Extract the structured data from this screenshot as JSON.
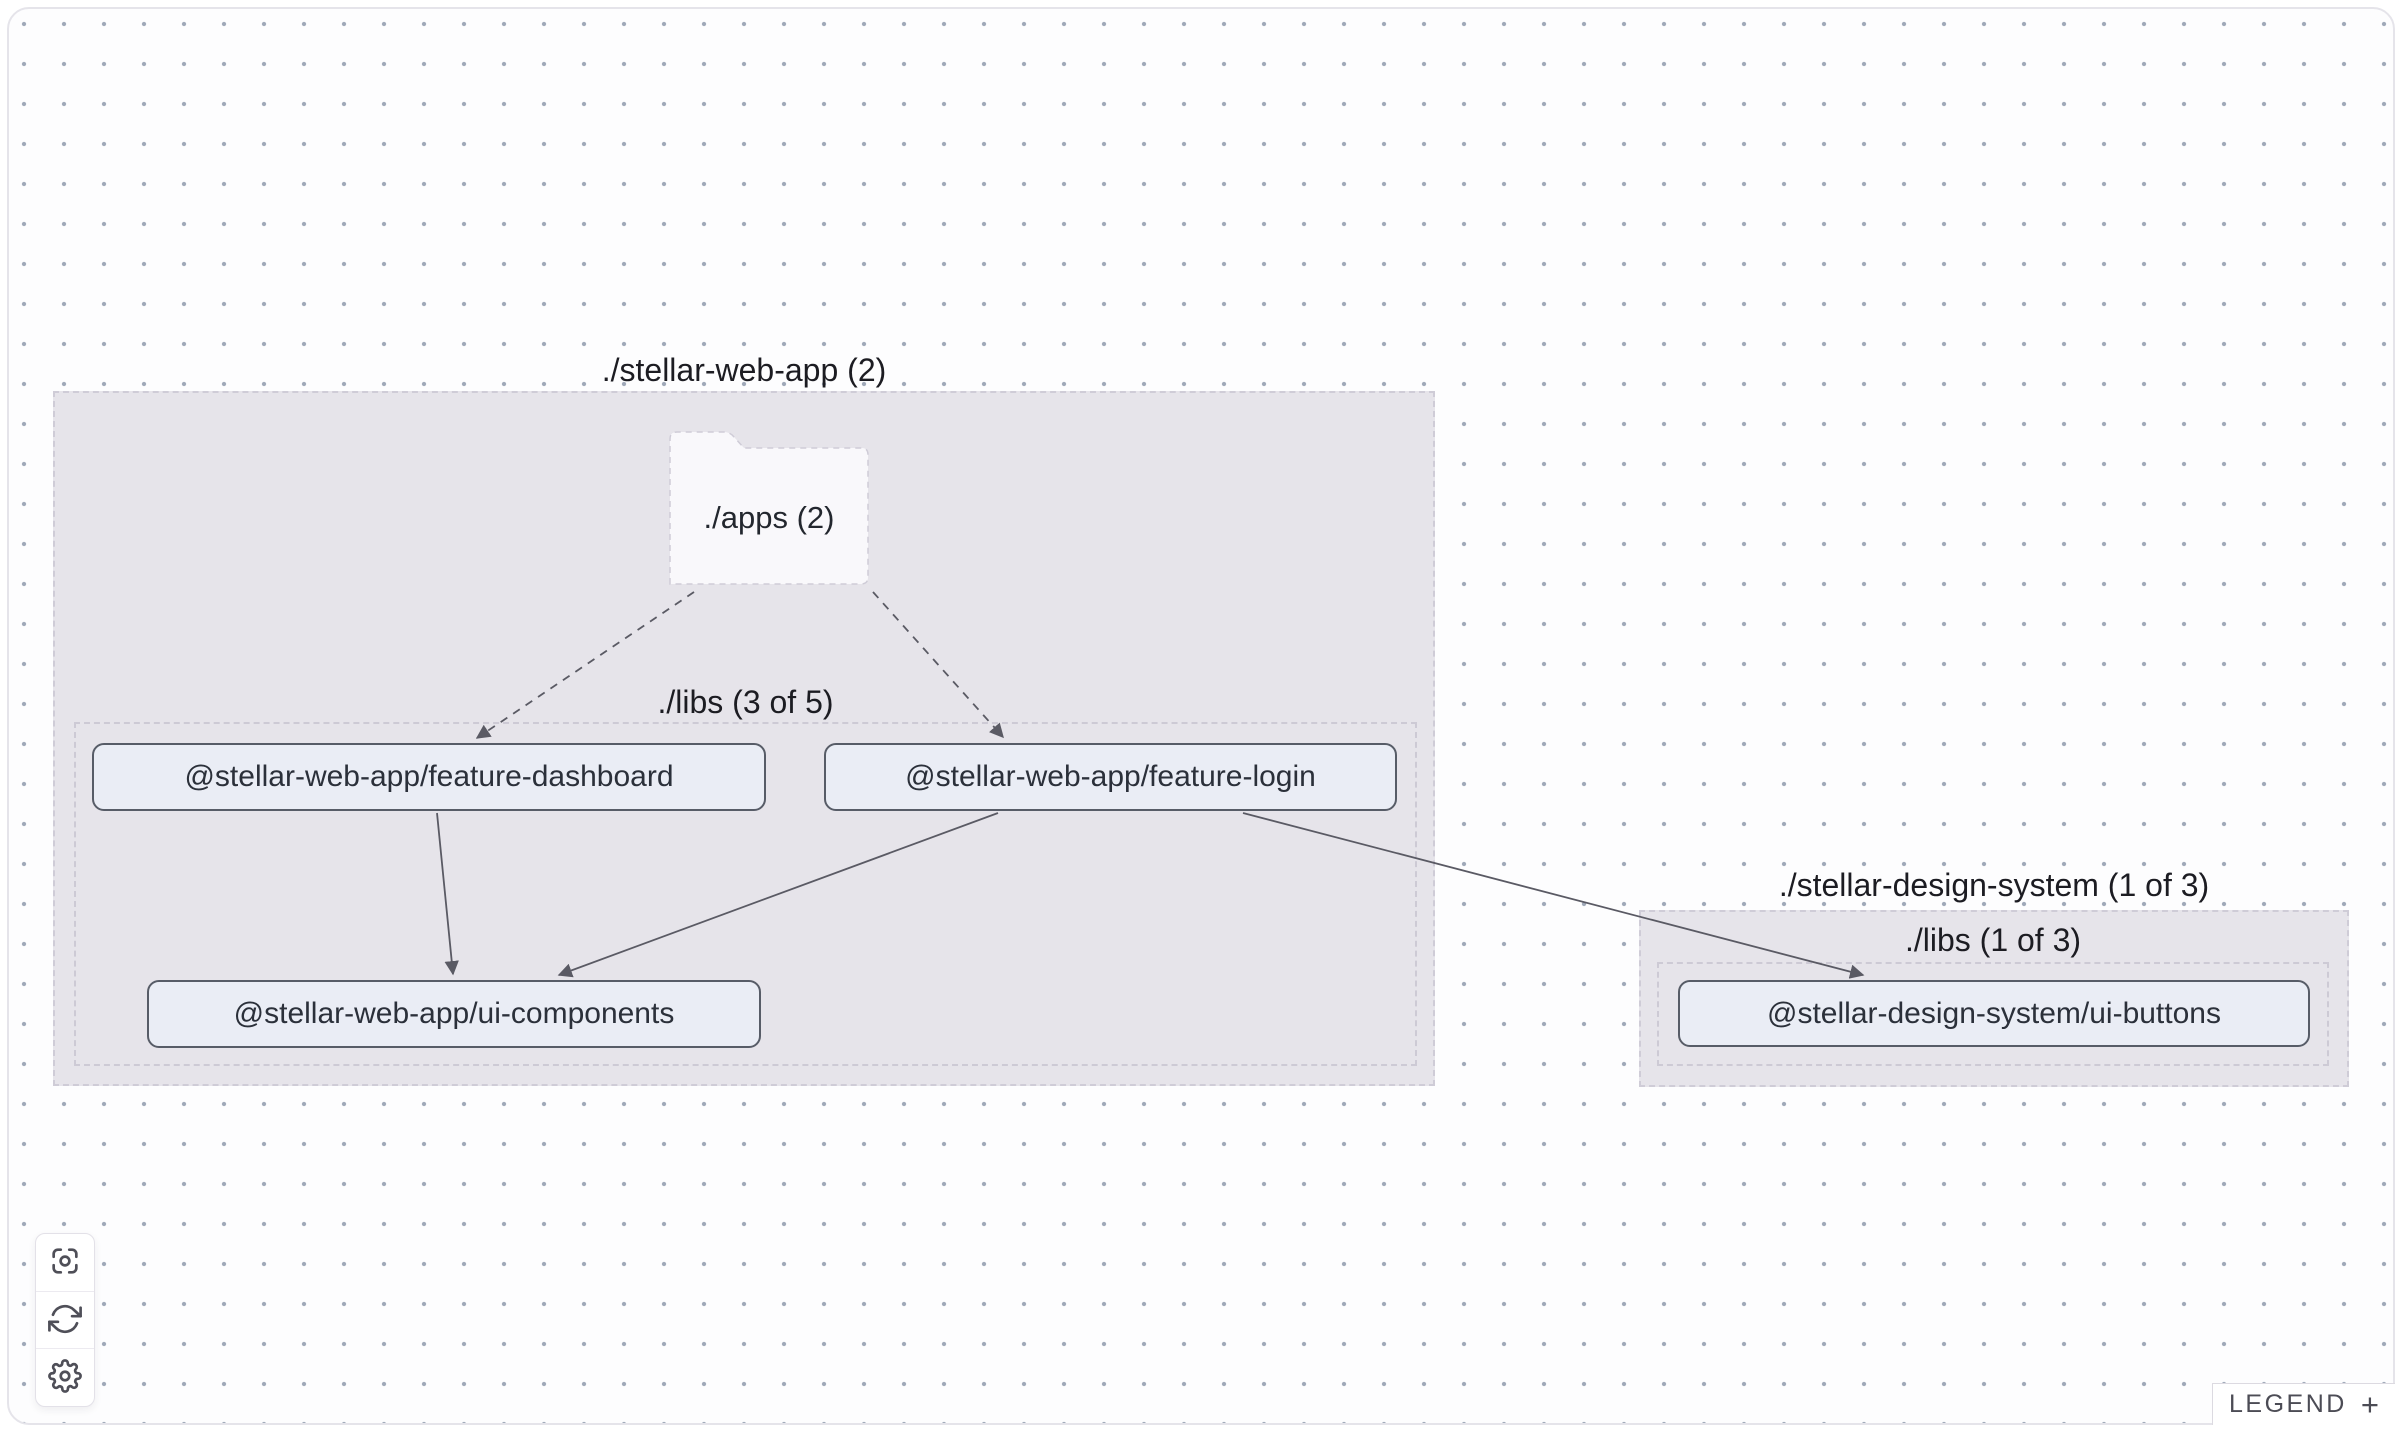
{
  "graph": {
    "groups": [
      {
        "label": "./stellar-web-app (2)",
        "sublabel": "./libs (3 of 5)",
        "folder": {
          "label": "./apps (2)"
        }
      },
      {
        "label": "./stellar-design-system (1 of 3)",
        "sublabel": "./libs (1 of 3)"
      }
    ],
    "nodes": [
      {
        "label": "@stellar-web-app/feature-dashboard"
      },
      {
        "label": "@stellar-web-app/feature-login"
      },
      {
        "label": "@stellar-web-app/ui-components"
      },
      {
        "label": "@stellar-design-system/ui-buttons"
      }
    ],
    "edges": [
      {
        "from": "./apps (2)",
        "to": "@stellar-web-app/feature-dashboard",
        "style": "dashed"
      },
      {
        "from": "./apps (2)",
        "to": "@stellar-web-app/feature-login",
        "style": "dashed"
      },
      {
        "from": "@stellar-web-app/feature-dashboard",
        "to": "@stellar-web-app/ui-components",
        "style": "solid"
      },
      {
        "from": "@stellar-web-app/feature-login",
        "to": "@stellar-web-app/ui-components",
        "style": "solid"
      },
      {
        "from": "@stellar-web-app/feature-login",
        "to": "@stellar-design-system/ui-buttons",
        "style": "solid"
      }
    ]
  },
  "controls": {
    "buttons": [
      {
        "icon": "fit-view-icon"
      },
      {
        "icon": "refresh-icon"
      },
      {
        "icon": "settings-gear-icon"
      }
    ]
  },
  "legend": {
    "label": "LEGEND",
    "expand": "+"
  },
  "colors": {
    "canvas_background": "#fdfdfe",
    "dot": "#9fa8b8",
    "group_fill": "#e6e4ea",
    "group_border_dashed": "#cfccd7",
    "node_fill": "#eaedf5",
    "node_border": "#575c67",
    "node_text": "#2b303a",
    "edge": "#5a5a64",
    "title_text": "#1c1c22",
    "control_icon": "#4f4f58"
  }
}
